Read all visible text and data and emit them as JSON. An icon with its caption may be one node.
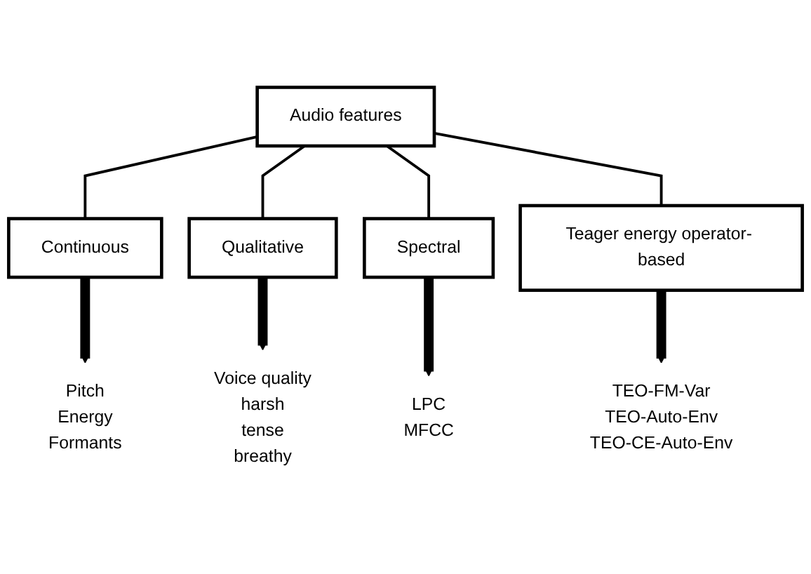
{
  "diagram": {
    "nodes": [
      {
        "text": [
          "Audio features"
        ]
      },
      {
        "text": [
          "Continuous"
        ]
      },
      {
        "text": [
          "Qualitative"
        ]
      },
      {
        "text": [
          "Spectral"
        ]
      },
      {
        "text": [
          "Teager energy operator- based"
        ]
      },
      {
        "text": [
          "Pitch",
          "Energy",
          "Formants"
        ]
      },
      {
        "text": [
          "Voice quality",
          "harsh",
          "tense",
          "breathy"
        ]
      },
      {
        "text": [
          "LPC",
          "MFCC"
        ]
      },
      {
        "text": [
          "TEO-FM-Var",
          "TEO-Auto-Env",
          "TEO-CE-Auto-Env"
        ]
      }
    ],
    "edges": [
      {
        "from": 0,
        "to": 1,
        "arrow": "none"
      },
      {
        "from": 0,
        "to": 2,
        "arrow": "none"
      },
      {
        "from": 0,
        "to": 3,
        "arrow": "none"
      },
      {
        "from": 0,
        "to": 4,
        "arrow": "none"
      },
      {
        "from": 1,
        "to": 5,
        "arrow": "to",
        "style": "thick"
      },
      {
        "from": 2,
        "to": 6,
        "arrow": "to",
        "style": "thick"
      },
      {
        "from": 3,
        "to": 7,
        "arrow": "to",
        "style": "thick"
      },
      {
        "from": 4,
        "to": 8,
        "arrow": "to",
        "style": "thick"
      }
    ]
  }
}
